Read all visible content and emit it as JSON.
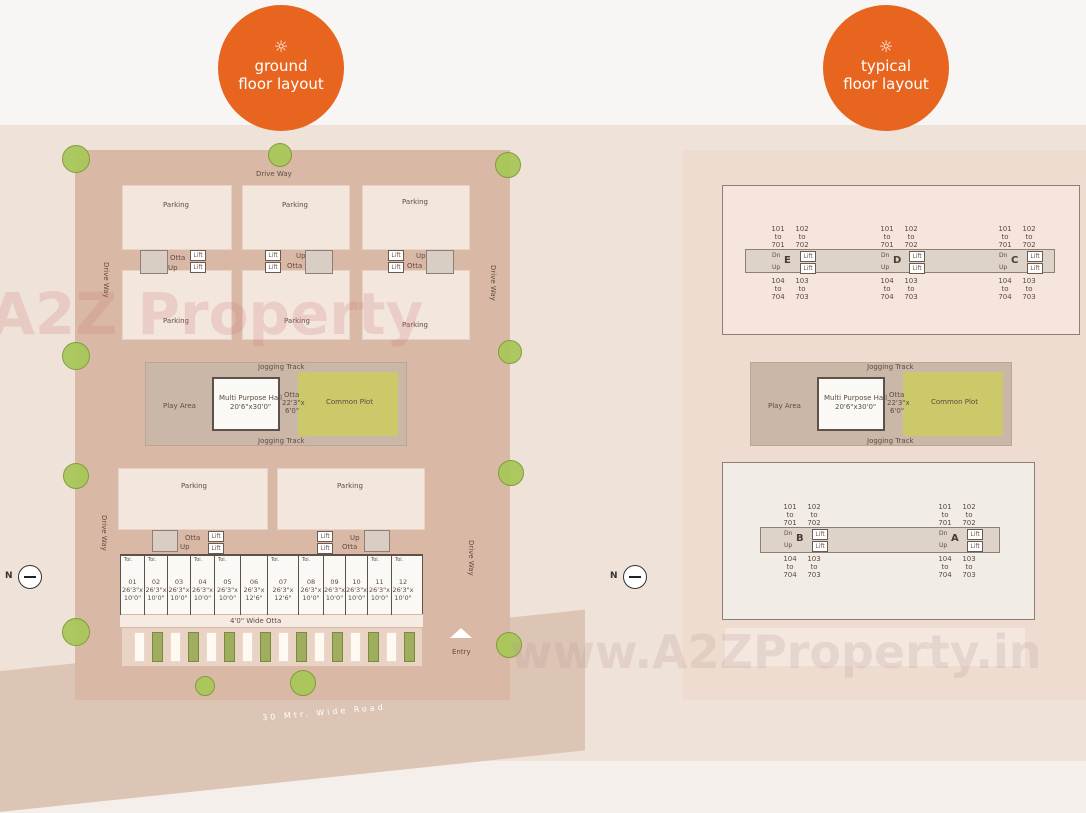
{
  "colors": {
    "badge": "#e8651f",
    "site": "#d9b9a6",
    "common_plot": "#ccc96a",
    "tree": "#a9c75a"
  },
  "ground_floor": {
    "title_line1": "ground",
    "title_line2": "floor layout",
    "title_icon": "sun-icon",
    "drive_way": "Drive Way",
    "parking": "Parking",
    "otta": "Otta",
    "up": "Up",
    "lift": "Lift",
    "jogging_track": "Jogging Track",
    "play_area": "Play Area",
    "hall_name": "Multi Purpose Hall",
    "hall_size": "20'6\"x30'0\"",
    "otta_size1": "22'3\"x",
    "otta_size2": "6'0\"",
    "common_plot": "Common Plot",
    "toilet": "Toi.",
    "shops": [
      {
        "no": "01",
        "w": "26'3\"x",
        "d": "10'0\""
      },
      {
        "no": "02",
        "w": "26'3\"x",
        "d": "10'0\""
      },
      {
        "no": "03",
        "w": "26'3\"x",
        "d": "10'0\""
      },
      {
        "no": "04",
        "w": "26'3\"x",
        "d": "10'0\""
      },
      {
        "no": "05",
        "w": "26'3\"x",
        "d": "10'0\""
      },
      {
        "no": "06",
        "w": "26'3\"x",
        "d": "12'6\""
      },
      {
        "no": "07",
        "w": "26'3\"x",
        "d": "12'6\""
      },
      {
        "no": "08",
        "w": "26'3\"x",
        "d": "10'0\""
      },
      {
        "no": "09",
        "w": "26'3\"x",
        "d": "10'0\""
      },
      {
        "no": "10",
        "w": "26'3\"x",
        "d": "10'0\""
      },
      {
        "no": "11",
        "w": "26'3\"x",
        "d": "10'0\""
      },
      {
        "no": "12",
        "w": "26'3\"x",
        "d": "10'0\""
      }
    ],
    "wide_otta": "4'0\" Wide Otta",
    "entry": "Entry",
    "road": "30 Mtr. Wide Road",
    "north": "N"
  },
  "typical_floor": {
    "title_line1": "typical",
    "title_line2": "floor layout",
    "title_icon": "sun-icon",
    "dn": "Dn",
    "up": "Up",
    "lift": "Lift",
    "units": {
      "u1": "101\nto\n701",
      "u2": "102\nto\n702",
      "u3": "103\nto\n703",
      "u4": "104\nto\n704"
    },
    "upper_wings": [
      "E",
      "D",
      "C"
    ],
    "lower_wings": [
      "B",
      "A"
    ],
    "jogging_track": "Jogging Track",
    "play_area": "Play Area",
    "hall_name": "Multi Purpose Hall",
    "hall_size": "20'6\"x30'0\"",
    "otta": "Otta",
    "otta_size1": "22'3\"x",
    "otta_size2": "6'0\"",
    "common_plot": "Common Plot",
    "north": "N"
  },
  "watermarks": [
    "A2Z Property",
    "www.A2ZProperty.in"
  ]
}
